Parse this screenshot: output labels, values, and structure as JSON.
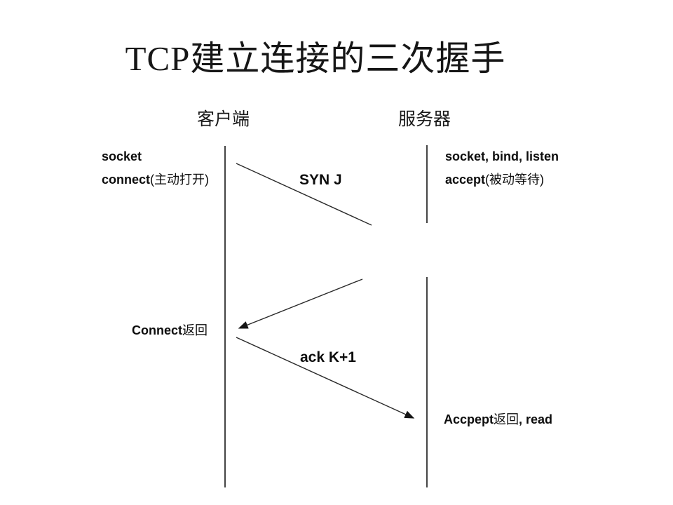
{
  "diagram": {
    "title": "TCP建立连接的三次握手",
    "actors": {
      "client": "客户端",
      "server": "服务器"
    },
    "client_annotations": {
      "socket": "socket",
      "connect_en": "connect",
      "connect_zh": "(主动打开)",
      "connect_return_en": "Connect",
      "connect_return_zh": "返回"
    },
    "server_annotations": {
      "socket_bind_listen": "socket, bind, listen",
      "accept_en": "accept",
      "accept_zh": "(被动等待)",
      "accept_return_en": "Accpept",
      "accept_return_zh": "返回",
      "accept_return_suffix": ", read"
    },
    "messages": {
      "syn": "SYN J",
      "ack": "ack K+1"
    },
    "colors": {
      "ink": "#161616",
      "background": "#ffffff"
    }
  }
}
